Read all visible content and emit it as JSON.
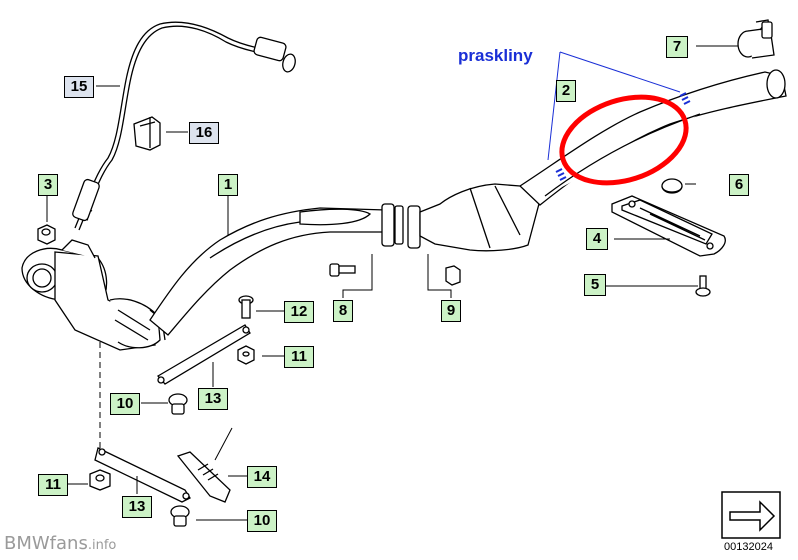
{
  "watermark": {
    "top_right": "BMWfans",
    "bottom_left_main": "BMWfans",
    "bottom_left_suffix": ".info"
  },
  "annotation": {
    "note": "praskliny",
    "note_color": "#1a2fd6",
    "highlight_color": "#ff0000"
  },
  "diagram_number": "00132024",
  "callouts": [
    {
      "label": "1",
      "style": "green"
    },
    {
      "label": "2",
      "style": "green"
    },
    {
      "label": "3",
      "style": "green"
    },
    {
      "label": "4",
      "style": "green"
    },
    {
      "label": "5",
      "style": "green"
    },
    {
      "label": "6",
      "style": "green"
    },
    {
      "label": "7",
      "style": "green"
    },
    {
      "label": "8",
      "style": "green"
    },
    {
      "label": "9",
      "style": "green"
    },
    {
      "label": "10",
      "style": "green"
    },
    {
      "label": "10",
      "style": "green"
    },
    {
      "label": "11",
      "style": "green"
    },
    {
      "label": "11",
      "style": "green"
    },
    {
      "label": "12",
      "style": "green"
    },
    {
      "label": "13",
      "style": "green"
    },
    {
      "label": "13",
      "style": "green"
    },
    {
      "label": "14",
      "style": "green"
    },
    {
      "label": "15",
      "style": "blue"
    },
    {
      "label": "16",
      "style": "blue"
    }
  ],
  "colors": {
    "callout_green": "#ccf2c6",
    "callout_blue": "#dde3ee",
    "line": "#000000"
  }
}
